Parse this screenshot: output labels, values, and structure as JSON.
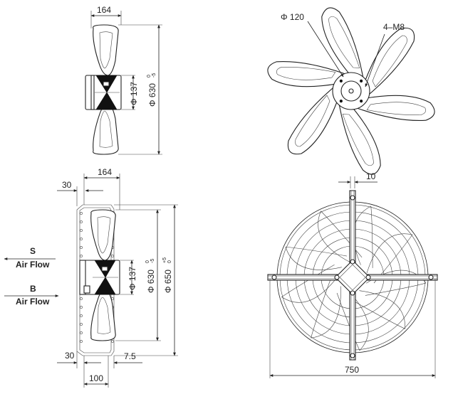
{
  "dims": {
    "top_side": {
      "width": "164",
      "hub_dia": "Φ 137",
      "fan_dia": "Φ 630",
      "fan_tol_upper": "0",
      "fan_tol_lower": "-5"
    },
    "top_front": {
      "bore": "Φ 120",
      "holes": "4–M8"
    },
    "bottom_side": {
      "width": "164",
      "offset_top": "30",
      "offset_bottom": "30",
      "depth": "100",
      "flange": "7.5",
      "hub_dia": "Φ 137",
      "fan_dia": "Φ 630",
      "fan_tol_upper": "0",
      "fan_tol_lower": "-5",
      "guard_dia": "Φ 650",
      "guard_tol_upper": "+5",
      "guard_tol_lower": "0"
    },
    "bottom_front": {
      "bar_width": "10",
      "overall": "750"
    }
  },
  "airflow": {
    "s_letter": "S",
    "s_label": "Air Flow",
    "b_letter": "B",
    "b_label": "Air Flow"
  }
}
